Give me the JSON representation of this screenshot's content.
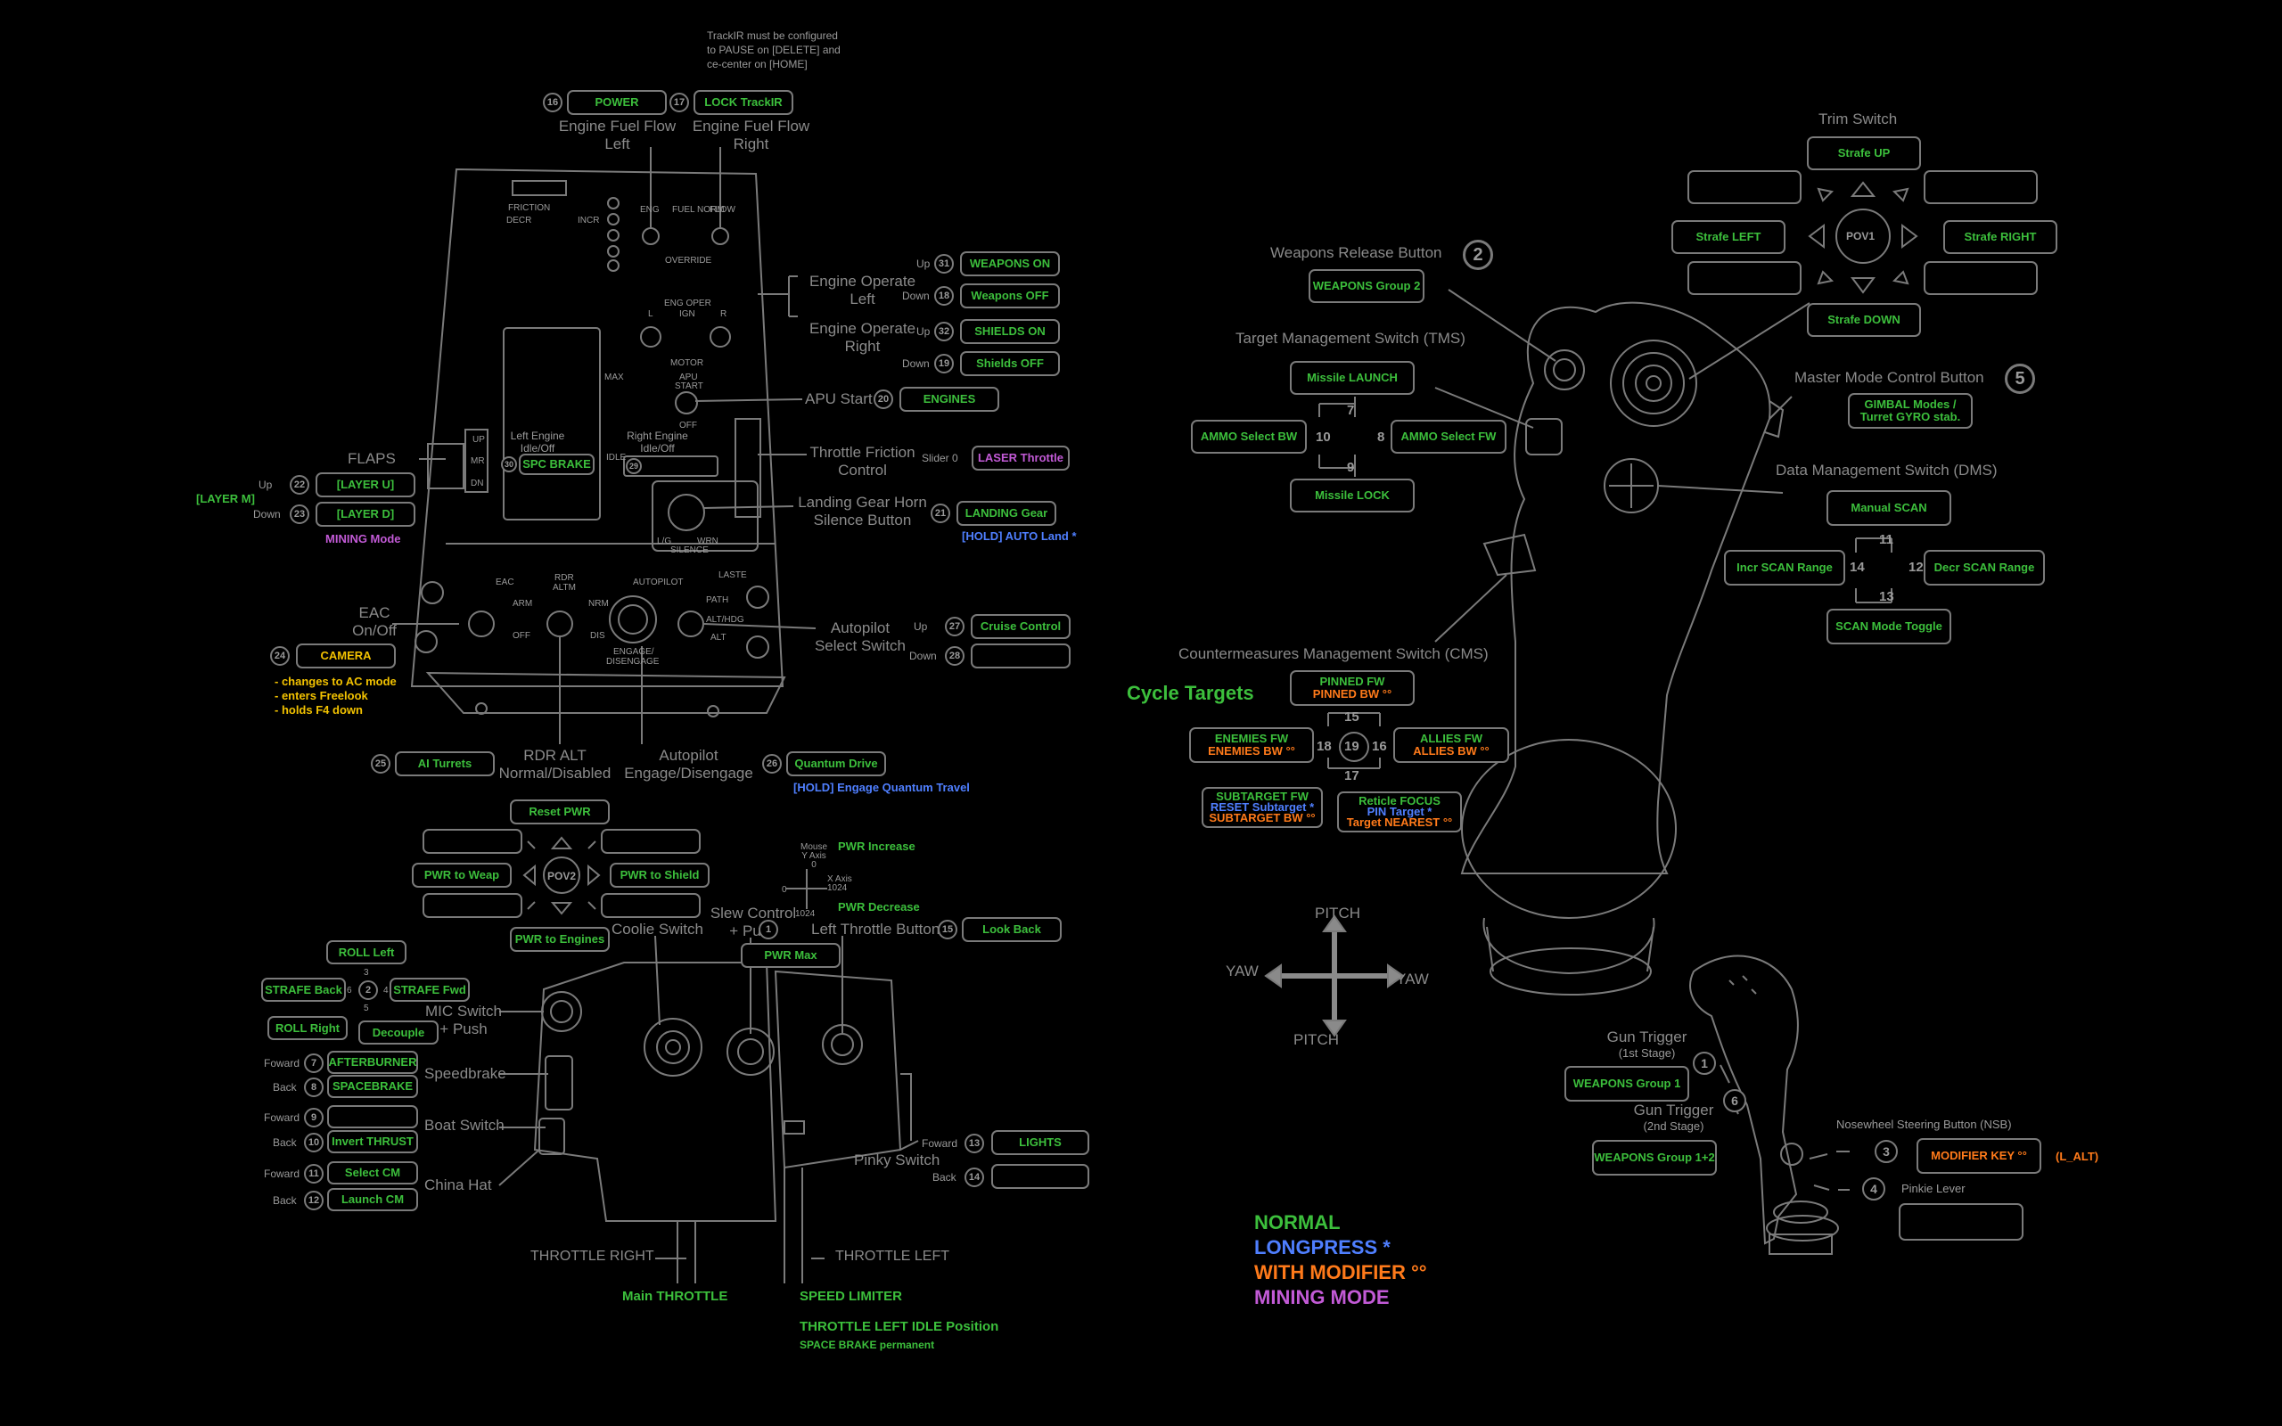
{
  "trackir_note": [
    "TrackIR must be configured",
    "to PAUSE on [DELETE] and",
    "ce-center on [HOME]"
  ],
  "throttle": {
    "n16": "16",
    "power": "POWER",
    "n17": "17",
    "lock_trackir": "LOCK TrackIR",
    "eff_left": [
      "Engine Fuel Flow",
      "Left"
    ],
    "eff_right": [
      "Engine Fuel Flow",
      "Right"
    ],
    "eng_op_left": [
      "Engine Operate",
      "Left"
    ],
    "eng_op_right": [
      "Engine Operate",
      "Right"
    ],
    "up": "Up",
    "down": "Down",
    "n31": "31",
    "weapons_on": "WEAPONS ON",
    "n18": "18",
    "weapons_off": "Weapons OFF",
    "n32": "32",
    "shields_on": "SHIELDS ON",
    "n19": "19",
    "shields_off": "Shields OFF",
    "apu_start": "APU Start",
    "n20": "20",
    "engines": "ENGINES",
    "throttle_friction": [
      "Throttle Friction",
      "Control"
    ],
    "slider0": "Slider 0",
    "laser_throttle": "LASER Throttle",
    "lg_horn": [
      "Landing Gear Horn",
      "Silence Button"
    ],
    "n21": "21",
    "landing_gear": "LANDING Gear",
    "auto_land": "[HOLD] AUTO Land *",
    "flaps": "FLAPS",
    "layer_m": "[LAYER M]",
    "n22": "22",
    "layer_u": "[LAYER U]",
    "n23": "23",
    "layer_d": "[LAYER D]",
    "mining_mode": "MINING Mode",
    "left_engine": [
      "Left Engine",
      "Idle/Off"
    ],
    "right_engine": [
      "Right Engine",
      "Idle/Off"
    ],
    "spc_brake": "SPC BRAKE",
    "n30": "30",
    "n29": "29",
    "eac": [
      "EAC",
      "On/Off"
    ],
    "n24": "24",
    "camera": "CAMERA",
    "camera_notes": [
      "- changes to AC mode",
      "- enters Freelook",
      "- holds F4 down"
    ],
    "autopilot_select": [
      "Autopilot",
      "Select Switch"
    ],
    "n27": "27",
    "cruise_control": "Cruise Control",
    "n28": "28",
    "n25": "25",
    "ai_turrets": "AI Turrets",
    "rdr_alt": [
      "RDR ALT",
      "Normal/Disabled"
    ],
    "ap_engage": [
      "Autopilot",
      "Engage/Disengage"
    ],
    "n26": "26",
    "quantum_drive": "Quantum Drive",
    "quantum_hold": "[HOLD] Engage Quantum Travel",
    "panel": {
      "friction": "FRICTION",
      "decr": "DECR",
      "incr": "INCR",
      "eng": "ENG",
      "fuel_norm": "FUEL NORM",
      "flow": "FLOW",
      "override": "OVERRIDE",
      "eng_oper": "ENG OPER",
      "ign": "IGN",
      "l": "L",
      "r": "R",
      "norm": "NORM",
      "motor": "MOTOR",
      "apu": "APU",
      "start": "START",
      "off": "OFF",
      "max": "MAX",
      "idle": "IDLE",
      "up": "UP",
      "mr": "MR",
      "dn": "DN",
      "lg": "L/G",
      "wrn": "WRN",
      "silence": "SILENCE",
      "eac": "EAC",
      "arm": "ARM",
      "rdr": "RDR",
      "altm": "ALTM",
      "autopilot": "AUTOPILOT",
      "laste": "LASTE",
      "path": "PATH",
      "nrm": "NRM",
      "alt_hdg": "ALT/HDG",
      "alt": "ALT",
      "dis": "DIS",
      "engage": "ENGAGE/",
      "disengage": "DISENGAGE"
    }
  },
  "pov2": {
    "label": "POV2",
    "reset_pwr": "Reset PWR",
    "pwr_weap": "PWR to Weap",
    "pwr_shield": "PWR to Shield",
    "pwr_engines": "PWR to Engines"
  },
  "throttle_grip": {
    "mouse": [
      "Mouse",
      "Y Axis",
      "0"
    ],
    "x_axis": [
      "X Axis",
      "1024"
    ],
    "n1024": "1024",
    "n0": "0",
    "pwr_increase": "PWR Increase",
    "pwr_decrease": "PWR Decrease",
    "pwr_max": "PWR Max",
    "coolie": "Coolie Switch",
    "slew": [
      "Slew Control",
      "+ Push"
    ],
    "n1": "1",
    "left_throttle_btn": "Left Throttle Button",
    "n15": "15",
    "look_back": "Look Back",
    "roll_left": "ROLL Left",
    "strafe_back": "STRAFE Back",
    "strafe_fwd": "STRAFE Fwd",
    "roll_right": "ROLL Right",
    "decouple": "Decouple",
    "mic": [
      "MIC Switch",
      "+ Push"
    ],
    "n2": "2",
    "n3": "3",
    "n4": "4",
    "n5": "5",
    "n6": "6",
    "foward": "Foward",
    "back": "Back",
    "n7": "7",
    "afterburner": "AFTERBURNER",
    "n8": "8",
    "spacebrake": "SPACEBRAKE",
    "speedbrake": "Speedbrake",
    "n9": "9",
    "n10": "10",
    "invert_thrust": "Invert THRUST",
    "boat_switch": "Boat Switch",
    "n11": "11",
    "select_cm": "Select CM",
    "n12": "12",
    "launch_cm": "Launch CM",
    "china_hat": "China Hat",
    "pinky_switch": "Pinky Switch",
    "n13": "13",
    "lights": "LIGHTS",
    "n14": "14",
    "throttle_right": "THROTTLE RIGHT",
    "throttle_left": "THROTTLE LEFT",
    "main_throttle": "Main THROTTLE",
    "speed_limiter": "SPEED LIMITER",
    "tl_idle": "THROTTLE LEFT IDLE Position",
    "space_brake_perm": "SPACE BRAKE permanent"
  },
  "stick": {
    "trim_switch": "Trim Switch",
    "strafe_up": "Strafe UP",
    "strafe_left": "Strafe LEFT",
    "strafe_right": "Strafe RIGHT",
    "strafe_down": "Strafe DOWN",
    "pov1": "POV1",
    "weapons_release": "Weapons Release Button",
    "n2": "2",
    "weapons_group2": "WEAPONS Group 2",
    "tms": "Target Management Switch (TMS)",
    "missile_launch": "Missile LAUNCH",
    "ammo_bw": "AMMO Select BW",
    "ammo_fw": "AMMO Select FW",
    "missile_lock": "Missile LOCK",
    "t7": "7",
    "t8": "8",
    "t9": "9",
    "t10": "10",
    "master_mode": "Master Mode Control Button",
    "n5": "5",
    "gimbal": [
      "GIMBAL Modes /",
      "Turret GYRO stab."
    ],
    "dms": "Data Management Switch (DMS)",
    "manual_scan": "Manual SCAN",
    "incr_scan": "Incr SCAN Range",
    "decr_scan": "Decr SCAN Range",
    "scan_toggle": "SCAN Mode Toggle",
    "d11": "11",
    "d12": "12",
    "d13": "13",
    "d14": "14",
    "cms": "Countermeasures Management Switch (CMS)",
    "cycle_targets": "Cycle Targets",
    "pinned_fw": "PINNED FW",
    "pinned_bw": "PINNED BW °°",
    "enemies_fw": "ENEMIES FW",
    "enemies_bw": "ENEMIES BW °°",
    "allies_fw": "ALLIES FW",
    "allies_bw": "ALLIES BW °°",
    "subtarget_fw": "SUBTARGET FW",
    "reset_subtarget": "RESET Subtarget *",
    "subtarget_bw": "SUBTARGET BW °°",
    "reticle_focus": "Reticle FOCUS",
    "pin_target": "PIN Target *",
    "target_nearest": "Target NEAREST °°",
    "c15": "15",
    "c16": "16",
    "c17": "17",
    "c18": "18",
    "c19": "19",
    "pitch": "PITCH",
    "yaw": "YAW",
    "gun_trigger1": [
      "Gun Trigger",
      "(1st Stage)"
    ],
    "n1": "1",
    "weapons_group1": "WEAPONS Group 1",
    "gun_trigger2": [
      "Gun Trigger",
      "(2nd Stage)"
    ],
    "n6": "6",
    "weapons_group12": "WEAPONS Group 1+2",
    "nsb": "Nosewheel Steering Button (NSB)",
    "n3": "3",
    "modifier_key": "MODIFIER KEY °°",
    "l_alt": "(L_ALT)",
    "n4": "4",
    "pinkie_lever": "Pinkie Lever"
  },
  "legend": {
    "normal": "NORMAL",
    "longpress": "LONGPRESS *",
    "modifier": "WITH MODIFIER °°",
    "mining": "MINING MODE"
  },
  "colors": {
    "normal": "#3cbf3c",
    "longpress": "#4f7fff",
    "modifier": "#ff7a1a",
    "mining": "#c25ad6",
    "camera": "#f2c200",
    "line": "#7a7a7a"
  }
}
